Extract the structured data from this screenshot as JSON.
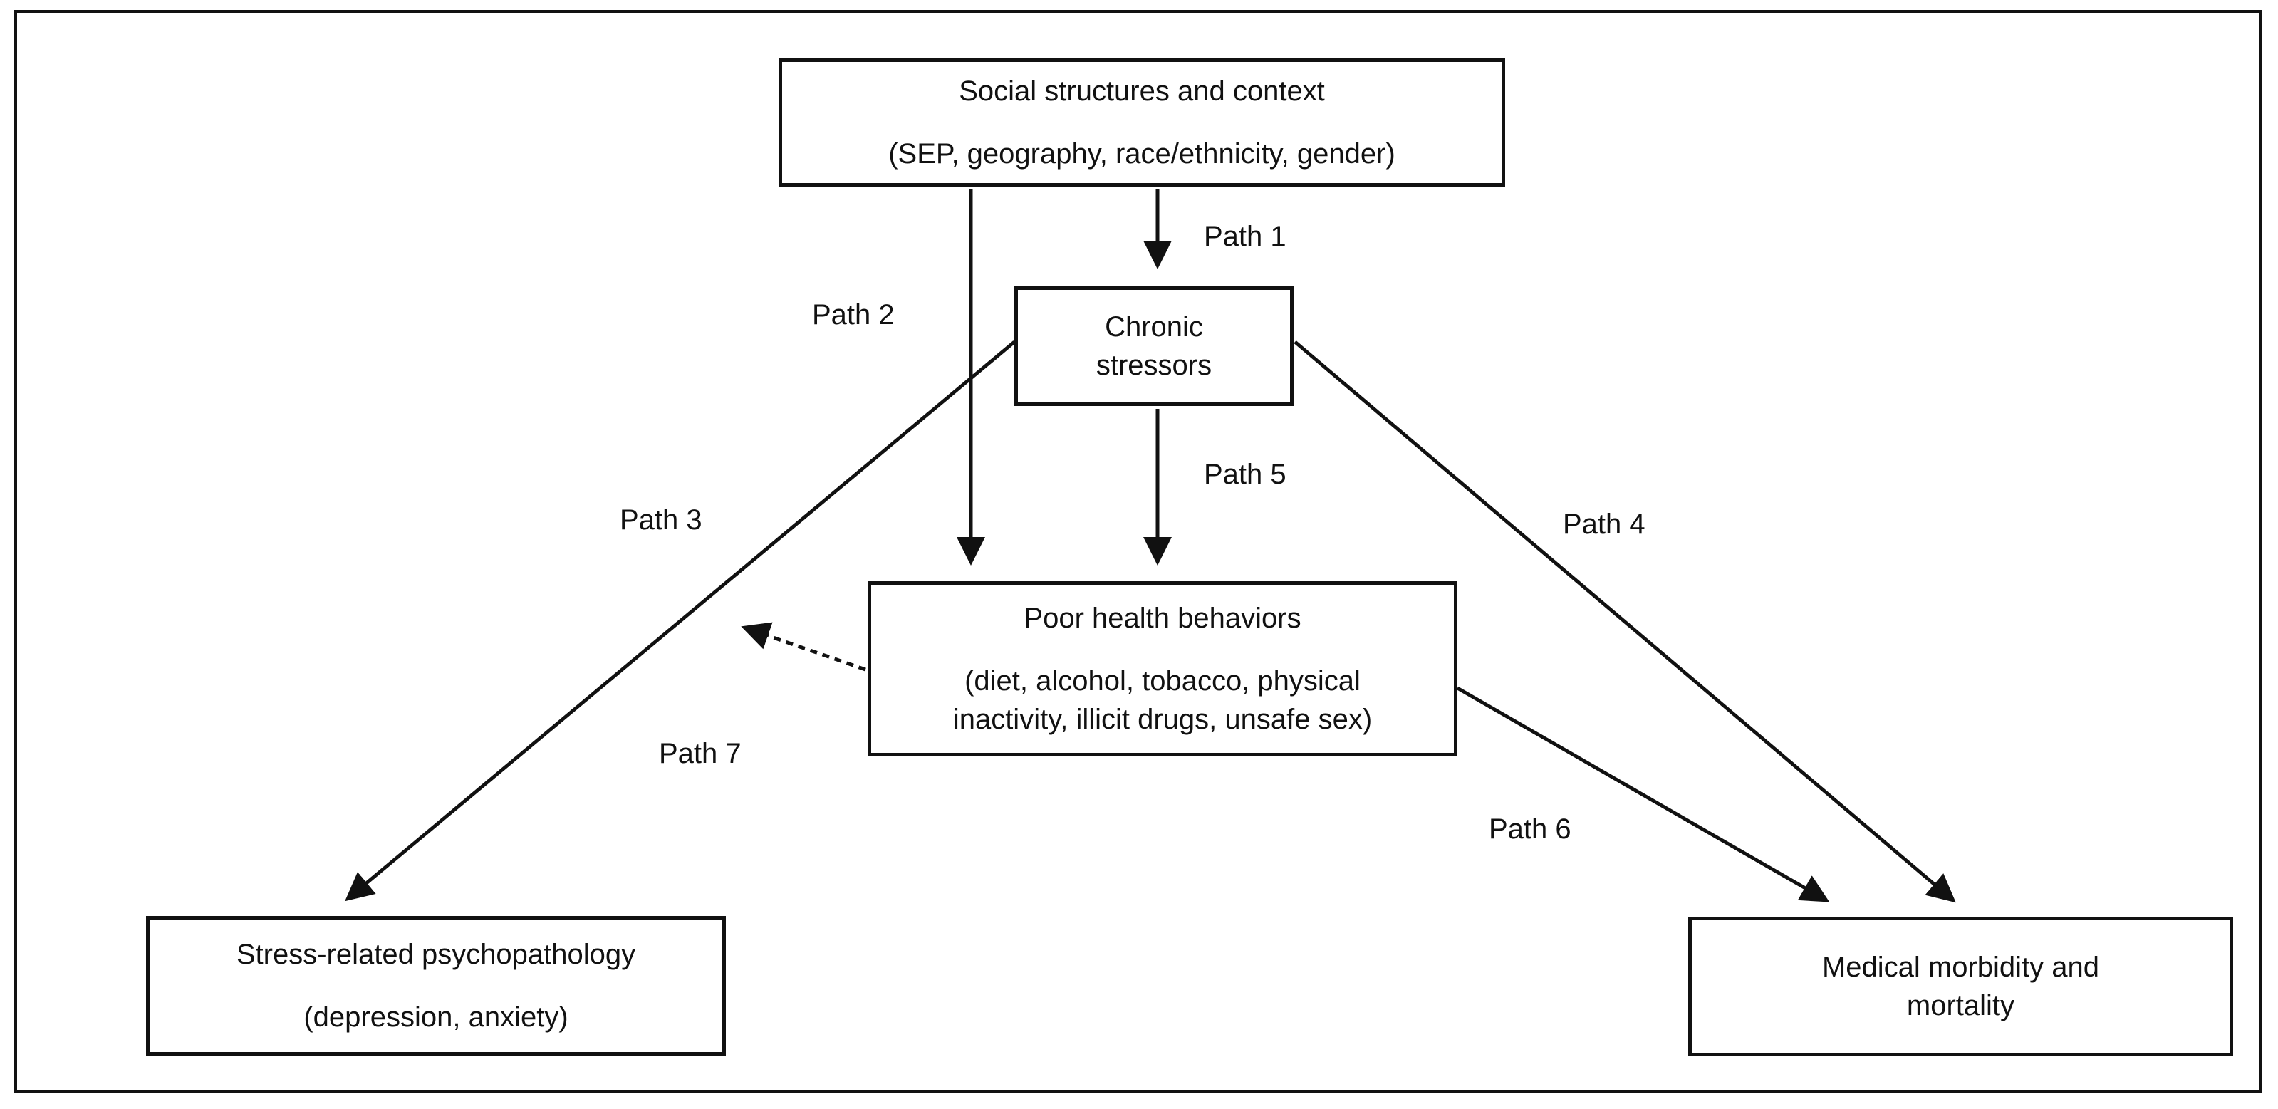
{
  "nodes": {
    "social": {
      "title": "Social structures and context",
      "detail": "(SEP, geography, race/ethnicity, gender)"
    },
    "chronic": {
      "line1": "Chronic",
      "line2": "stressors"
    },
    "behaviors": {
      "title": "Poor health behaviors",
      "detail_line1": "(diet, alcohol, tobacco, physical",
      "detail_line2": "inactivity, illicit drugs,  unsafe sex)"
    },
    "psychopathology": {
      "title": "Stress-related psychopathology",
      "detail": "(depression, anxiety)"
    },
    "medical": {
      "line1": "Medical morbidity and",
      "line2": "mortality"
    }
  },
  "paths": {
    "path1": "Path 1",
    "path2": "Path 2",
    "path3": "Path 3",
    "path4": "Path 4",
    "path5": "Path 5",
    "path6": "Path 6",
    "path7": "Path 7"
  },
  "edges": [
    {
      "from": "social",
      "to": "chronic",
      "label": "path1",
      "style": "solid"
    },
    {
      "from": "social",
      "to": "behaviors",
      "label": "path2",
      "style": "solid"
    },
    {
      "from": "chronic",
      "to": "psychopathology",
      "label": "path3",
      "style": "solid"
    },
    {
      "from": "chronic",
      "to": "medical",
      "label": "path4",
      "style": "solid"
    },
    {
      "from": "chronic",
      "to": "behaviors",
      "label": "path5",
      "style": "solid"
    },
    {
      "from": "behaviors",
      "to": "medical",
      "label": "path6",
      "style": "solid"
    },
    {
      "from": "behaviors",
      "to": "path3",
      "label": "path7",
      "style": "dashed"
    }
  ],
  "colors": {
    "line": "#111111",
    "background": "#ffffff"
  }
}
